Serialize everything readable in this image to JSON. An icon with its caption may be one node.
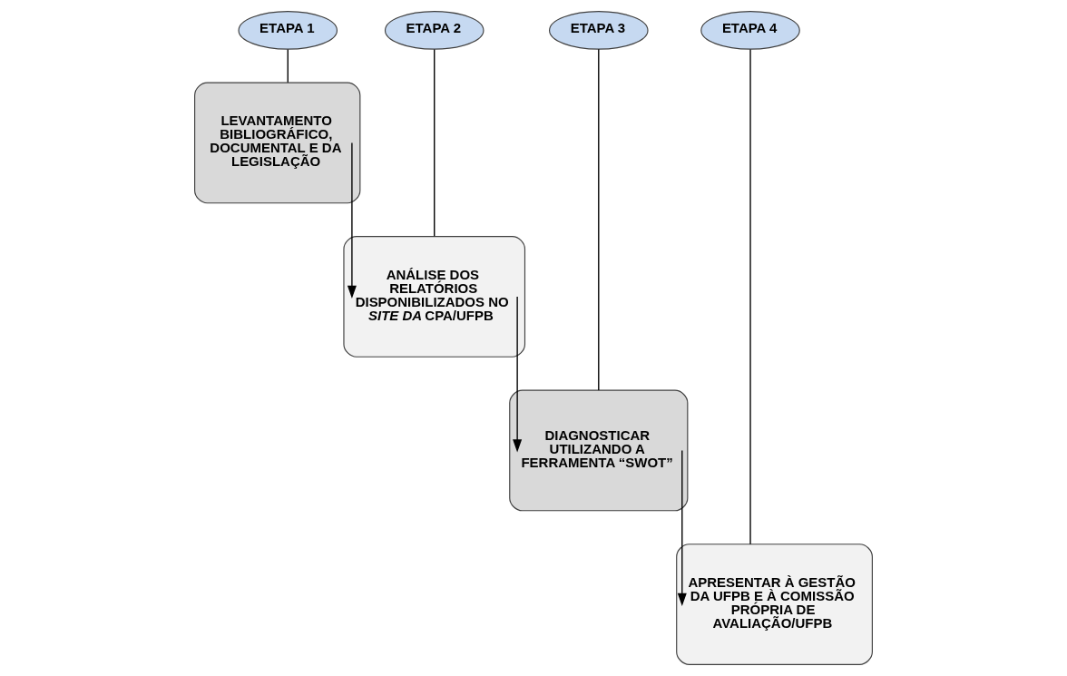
{
  "diagram": {
    "nodes": [
      {
        "text": [
          "ETAPA 1"
        ]
      },
      {
        "text": [
          "ETAPA 2"
        ]
      },
      {
        "text": [
          "ETAPA 3"
        ]
      },
      {
        "text": [
          "ETAPA 4"
        ]
      },
      {
        "text": [
          "LEVANTAMENTO BIBLIOGRÁFICO, DOCUMENTAL E DA LEGISLAÇÃO"
        ]
      },
      {
        "text": [
          "ANÁLISE DOS RELATÓRIOS DISPONIBILIZADOS NO *SITE DA* CPA/UFPB"
        ]
      },
      {
        "text": [
          "DIAGNOSTICAR UTILIZANDO A FERRAMENTA “SWOT”"
        ]
      },
      {
        "text": [
          "APRESENTAR À GESTÃO DA UFPB E À COMISSÃO PRÓPRIA DE AVALIAÇÃO/UFPB"
        ]
      }
    ],
    "edges": [
      {
        "from": 0,
        "to": 4,
        "arrow": "none"
      },
      {
        "from": 1,
        "to": 5,
        "arrow": "none"
      },
      {
        "from": 2,
        "to": 6,
        "arrow": "none"
      },
      {
        "from": 3,
        "to": 7,
        "arrow": "none"
      },
      {
        "from": 4,
        "to": 5,
        "arrow": "to"
      },
      {
        "from": 5,
        "to": 6,
        "arrow": "to"
      },
      {
        "from": 6,
        "to": 7,
        "arrow": "to"
      }
    ]
  }
}
